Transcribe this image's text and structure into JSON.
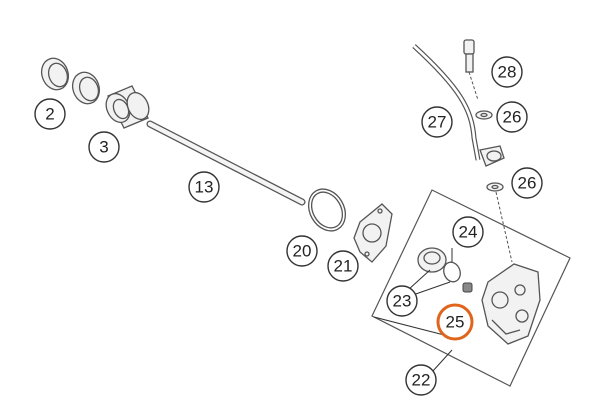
{
  "diagram": {
    "highlight_color": "#e0651c",
    "callouts": [
      {
        "id": "c2",
        "label": "2"
      },
      {
        "id": "c3",
        "label": "3"
      },
      {
        "id": "c13",
        "label": "13"
      },
      {
        "id": "c20",
        "label": "20"
      },
      {
        "id": "c21",
        "label": "21"
      },
      {
        "id": "c22",
        "label": "22"
      },
      {
        "id": "c23",
        "label": "23"
      },
      {
        "id": "c24",
        "label": "24"
      },
      {
        "id": "c25",
        "label": "25",
        "highlighted": true
      },
      {
        "id": "c26a",
        "label": "26"
      },
      {
        "id": "c26b",
        "label": "26"
      },
      {
        "id": "c27",
        "label": "27"
      },
      {
        "id": "c28",
        "label": "28"
      }
    ]
  }
}
